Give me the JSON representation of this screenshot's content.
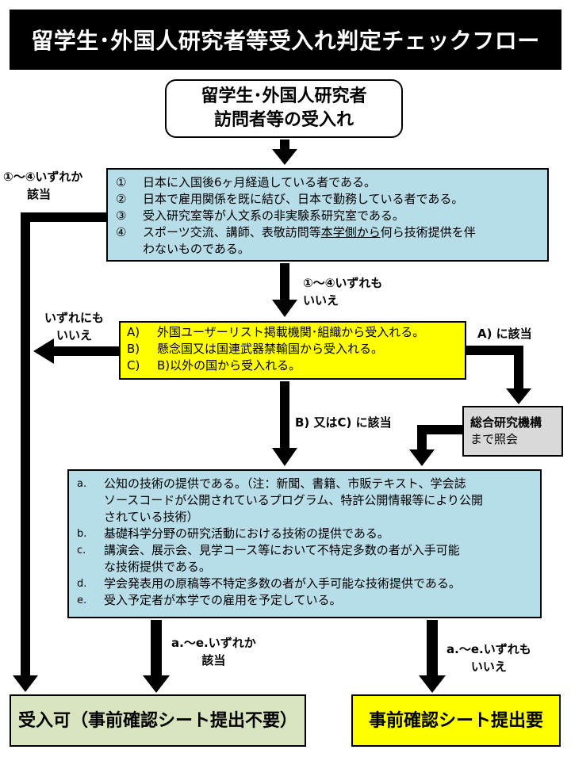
{
  "title": "留学生･外国人研究者等受入れ判定チェックフロー",
  "start": {
    "line1": "留学生･外国人研究者",
    "line2": "訪問者等の受入れ"
  },
  "step1": {
    "items": [
      {
        "no": "①",
        "text": "日本に入国後6ヶ月経過している者である。"
      },
      {
        "no": "②",
        "text": "日本で雇用関係を既に結び、日本で勤務している者である。"
      },
      {
        "no": "③",
        "text": "受入研究室等が人文系の非実験系研究室である。"
      },
      {
        "no": "④",
        "pre": "スポーツ交流、講師、表敬訪問等",
        "underlined": "本学側から",
        "post": "何ら技術提供を伴",
        "line2": "わないものである。"
      }
    ],
    "yes_label": [
      "①〜④いずれか",
      "該当"
    ],
    "no_label": [
      "①〜④いずれも",
      "いいえ"
    ]
  },
  "step2": {
    "items": [
      {
        "no": "A)",
        "text": "外国ユーザーリスト掲載機関･組織から受入れる。"
      },
      {
        "no": "B)",
        "text": "懸念国又は国連武器禁輸国から受入れる。"
      },
      {
        "no": "C)",
        "text": "B)以外の国から受入れる。"
      }
    ],
    "none_label": [
      "いずれにも",
      "いいえ"
    ],
    "a_label": "A) に該当",
    "bc_label": "B) 又はC) に該当"
  },
  "inquiry": {
    "bold": "総合研究機構",
    "text": "まで照会"
  },
  "step3": {
    "items": [
      {
        "no": "a.",
        "lines": [
          "公知の技術の提供である。（注：新聞、書籍、市販テキスト、学会誌",
          "ソースコードが公開されているプログラム、特許公開情報等により公開",
          "されている技術）"
        ]
      },
      {
        "no": "b.",
        "lines": [
          "基礎科学分野の研究活動における技術の提供である。"
        ]
      },
      {
        "no": "c.",
        "lines": [
          "講演会、展示会、見学コース等において不特定多数の者が入手可能",
          "な技術提供である。"
        ]
      },
      {
        "no": "d.",
        "lines": [
          "学会発表用の原稿等不特定多数の者が入手可能な技術提供である。"
        ]
      },
      {
        "no": "e.",
        "lines": [
          "受入予定者が本学での雇用を予定している。"
        ]
      }
    ],
    "yes_label": [
      "a.〜e.いずれか",
      "該当"
    ],
    "no_label": [
      "a.〜e.いずれも",
      "いいえ"
    ]
  },
  "results": {
    "ok": "受入可（事前確認シート提出不要）",
    "need": "事前確認シート提出要"
  },
  "colors": {
    "blue_box": "#b7dde8",
    "yellow_box": "#ffff00",
    "gray_box": "#d9d9d9",
    "green_box": "#d7e4bd",
    "title_bg": "#000000"
  }
}
